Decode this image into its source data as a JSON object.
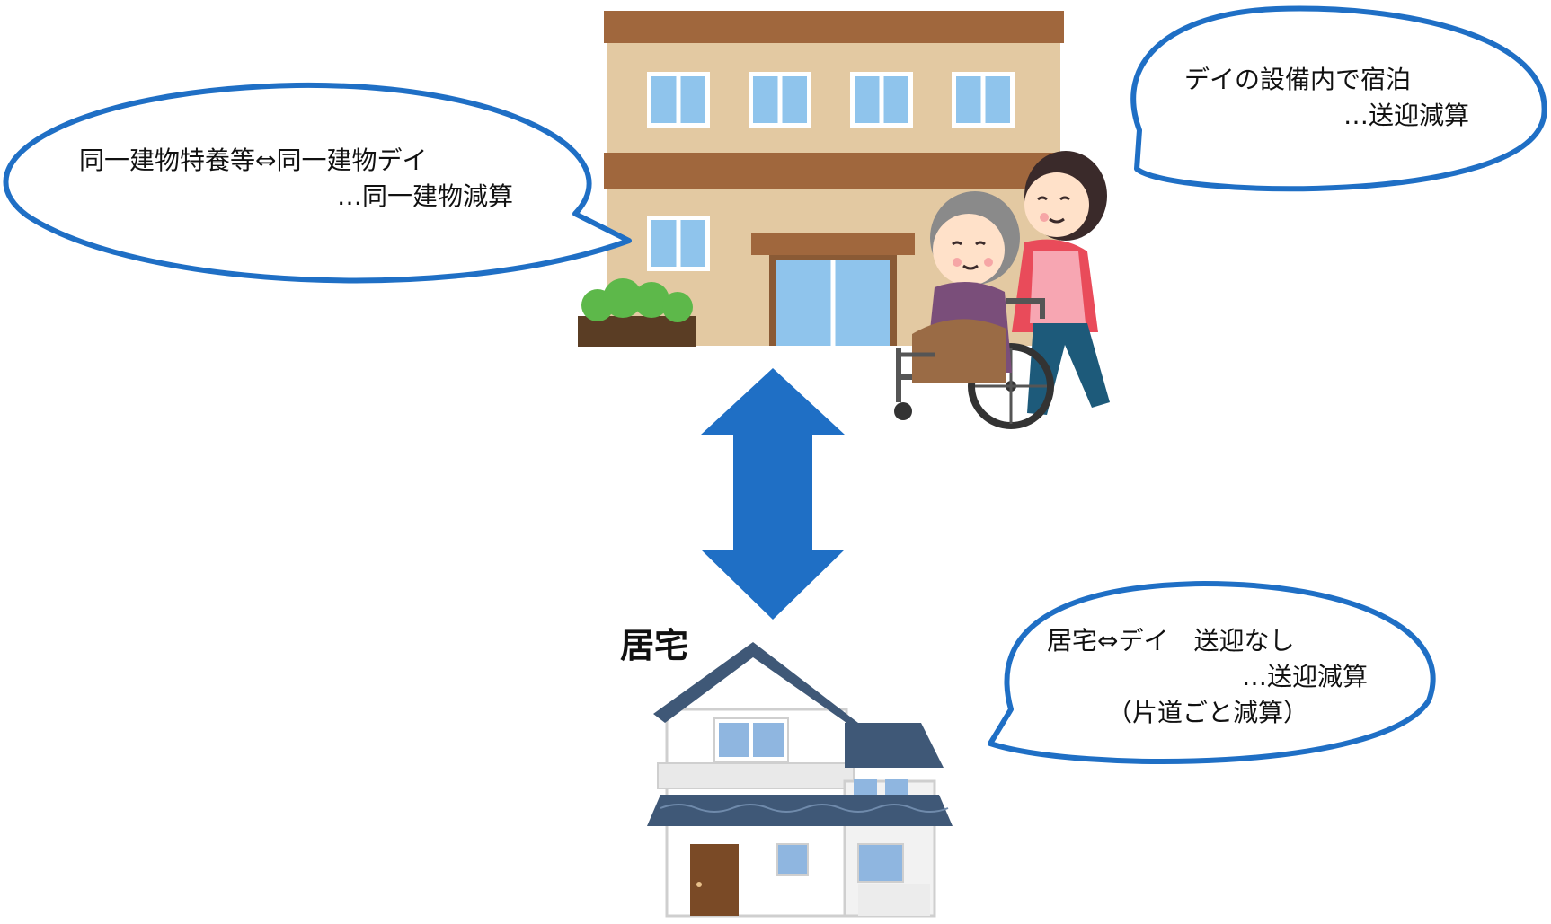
{
  "bubbles": {
    "same_building": {
      "line1": "同一建物特養等⇔同一建物デイ",
      "line2": "…同一建物減算"
    },
    "stay": {
      "line1": "デイの設備内で宿泊",
      "line2": "…送迎減算"
    },
    "home": {
      "line1": "居宅⇔デイ　送迎なし",
      "line2": "…送迎減算",
      "line3": "（片道ごと減算）"
    }
  },
  "home_label": "居宅",
  "colors": {
    "bubble_stroke": "#1f6fc5",
    "arrow": "#1f6fc5",
    "building_wall": "#e3c9a2",
    "building_roof": "#a0673d",
    "window": "#8fc4ec",
    "house_roof": "#3f5877",
    "house_wall": "#ffffff",
    "door": "#7a4a26"
  },
  "icons": [
    "facility-building-icon",
    "caregiver-wheelchair-icon",
    "house-icon",
    "double-arrow-icon"
  ]
}
